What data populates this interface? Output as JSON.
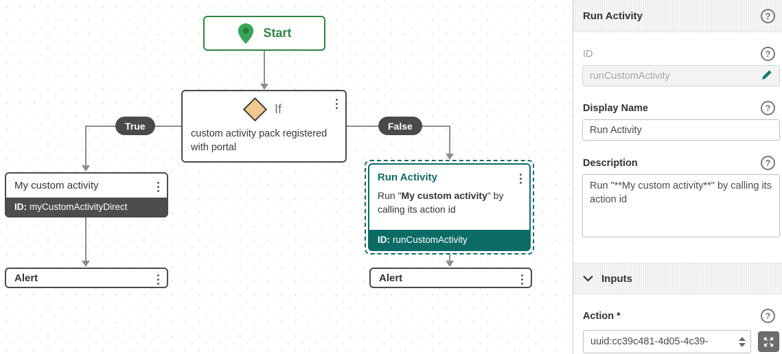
{
  "colors": {
    "green": "#2e8540",
    "teal": "#0d6b66",
    "node_border_dark": "#4a4a4a",
    "connector_gray": "#8c8c8c"
  },
  "canvas": {
    "start": {
      "label": "Start"
    },
    "if_node": {
      "title": "If",
      "body": "custom activity pack registered with portal",
      "true_label": "True",
      "false_label": "False"
    },
    "my_custom_activity": {
      "title": "My custom activity",
      "id_label": "ID:",
      "id_value": "myCustomActivityDirect"
    },
    "run_activity": {
      "title": "Run Activity",
      "desc_prefix": "Run \"",
      "desc_bold": "My custom activity",
      "desc_suffix": "\" by calling its action id",
      "id_label": "ID:",
      "id_value": "runCustomActivity"
    },
    "alert_left": {
      "title": "Alert"
    },
    "alert_right": {
      "title": "Alert"
    }
  },
  "panel": {
    "title": "Run Activity",
    "help_glyph": "?",
    "id_field": {
      "label": "ID",
      "value": "runCustomActivity"
    },
    "display_name": {
      "label": "Display Name",
      "value": "Run Activity"
    },
    "description": {
      "label": "Description",
      "value": "Run \"**My custom activity**\" by calling its action id"
    },
    "inputs_section": {
      "label": "Inputs"
    },
    "action": {
      "label": "Action *",
      "value": "uuid:cc39c481-4d05-4c39-"
    }
  }
}
